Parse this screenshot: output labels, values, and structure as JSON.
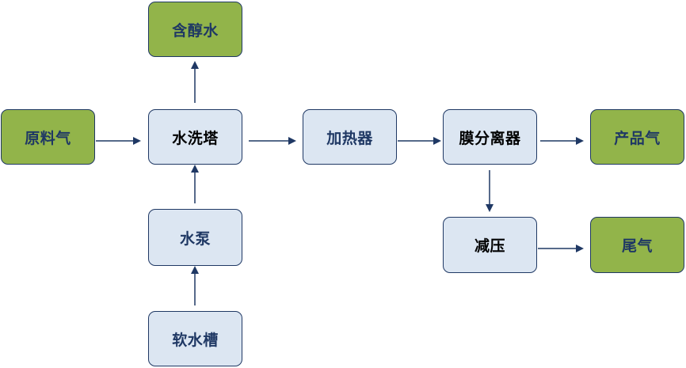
{
  "nodes": {
    "hanchunshui": "含醇水",
    "yuanliaoqi": "原料气",
    "shuixita": "水洗塔",
    "jiareqi": "加热器",
    "mofenliqi": "膜分离器",
    "chanpinqi": "产品气",
    "shuibeng": "水泵",
    "jianya": "减压",
    "weiqi": "尾气",
    "ruanshuicao": "软水槽"
  },
  "colors": {
    "process_fill": "#dce6f2",
    "endpoint_fill": "#92b44a",
    "border": "#1f3864",
    "arrow": "#1f3864"
  },
  "edges": [
    {
      "from": "yuanliaoqi",
      "to": "shuixita"
    },
    {
      "from": "shuixita",
      "to": "hanchunshui"
    },
    {
      "from": "shuixita",
      "to": "jiareqi"
    },
    {
      "from": "jiareqi",
      "to": "mofenliqi"
    },
    {
      "from": "mofenliqi",
      "to": "chanpinqi"
    },
    {
      "from": "mofenliqi",
      "to": "jianya"
    },
    {
      "from": "jianya",
      "to": "weiqi"
    },
    {
      "from": "shuibeng",
      "to": "shuixita"
    },
    {
      "from": "ruanshuicao",
      "to": "shuibeng"
    }
  ]
}
